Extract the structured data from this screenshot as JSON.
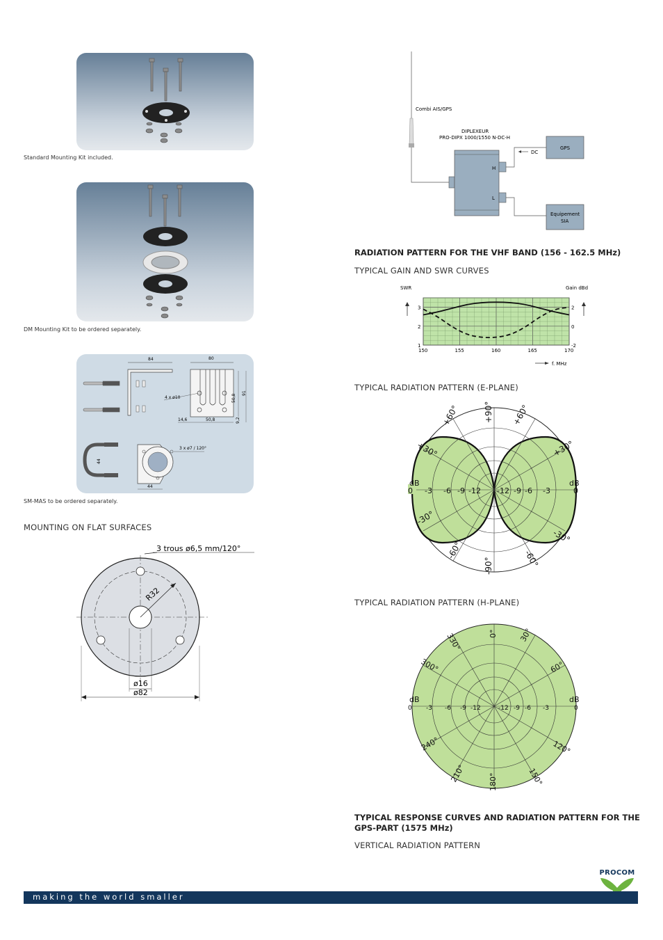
{
  "captions": {
    "standard_kit": "Standard Mounting Kit included.",
    "dm_kit": "DM Mounting Kit to be ordered separately.",
    "sm_mas": "SM-MAS to be ordered separately."
  },
  "bracket_dims": {
    "d84": "84",
    "d80": "80",
    "holes4": "4 x ø10",
    "d50_8v": "50,8",
    "d91": "91",
    "d9_2": "9,2",
    "d14_6": "14,6",
    "d50_8h": "50,8",
    "holes3": "3 x ø7 / 120°",
    "d44v": "44",
    "d44h": "44"
  },
  "flat": {
    "heading": "MOUNTING ON FLAT SURFACES",
    "holes": "3 trous ø6,5 mm/120°",
    "radius": "R32",
    "inner": "ø16",
    "outer": "ø82"
  },
  "diplexer": {
    "antenna": "Combi AIS/GPS",
    "title1": "DIPLEXEUR",
    "title2": "PRO-DIPX 1000/1550 N-DC-H",
    "dc": "DC",
    "gps": "GPS",
    "h": "H",
    "l": "L",
    "equip1": "Equipement",
    "equip2": "SIA"
  },
  "vhf": {
    "heading": "RADIATION PATTERN FOR THE VHF BAND (156 - 162.5 MHz)",
    "gain_heading": "TYPICAL GAIN AND SWR CURVES",
    "e_heading": "TYPICAL RADIATION PATTERN (E-PLANE)",
    "h_heading": "TYPICAL RADIATION PATTERN (H-PLANE)"
  },
  "chart_data": {
    "type": "line",
    "xlabel": "f. MHz",
    "ylabel_left": "SWR",
    "ylabel_right": "Gain dBd",
    "x_ticks": [
      "150",
      "155",
      "160",
      "165",
      "170"
    ],
    "y_left_ticks": [
      "1",
      "2",
      "3"
    ],
    "y_right_ticks": [
      "-2",
      "0",
      "2"
    ],
    "xlim": [
      150,
      170
    ],
    "ylim_left": [
      1,
      3.5
    ],
    "ylim_right": [
      -2,
      3
    ],
    "series": [
      {
        "name": "SWR",
        "style": "dashed",
        "axis": "left",
        "x": [
          150,
          152,
          154,
          156,
          158,
          160,
          162,
          164,
          166,
          168,
          170
        ],
        "values": [
          2.9,
          2.5,
          1.95,
          1.55,
          1.4,
          1.4,
          1.55,
          1.95,
          2.5,
          2.9,
          3.0
        ]
      },
      {
        "name": "Gain",
        "style": "solid",
        "axis": "right",
        "x": [
          150,
          152,
          154,
          156,
          158,
          160,
          162,
          164,
          166,
          168,
          170
        ],
        "values": [
          1.2,
          1.5,
          1.9,
          2.3,
          2.5,
          2.55,
          2.5,
          2.3,
          1.9,
          1.5,
          1.2
        ]
      }
    ]
  },
  "polar_e": {
    "db": "dB",
    "rings": [
      "0",
      "-3",
      "-6",
      "-9",
      "-12"
    ],
    "angles": {
      "a90": "+90°",
      "ap60": "+60°",
      "ap30": "+30°",
      "an30": "-30°",
      "an60": "-60°",
      "an90": "-90°"
    },
    "fill": "#bfdf9a"
  },
  "polar_h": {
    "db": "dB",
    "rings": [
      "0",
      "-3",
      "-6",
      "-9",
      "-12"
    ],
    "angles": [
      "0°",
      "30°",
      "60°",
      "120°",
      "150°",
      "180°",
      "210°",
      "240°",
      "300°",
      "330°"
    ],
    "fill": "#bfdf9a"
  },
  "gps": {
    "heading1": "TYPICAL RESPONSE CURVES AND RADIATION PATTERN FOR THE",
    "heading2": "GPS-PART (1575 MHz)",
    "vertical": "VERTICAL RADIATION PATTERN"
  },
  "brand": {
    "name": "PROCOM",
    "tagline": "making the world smaller",
    "blue": "#13365c",
    "green": "#6db33f"
  }
}
